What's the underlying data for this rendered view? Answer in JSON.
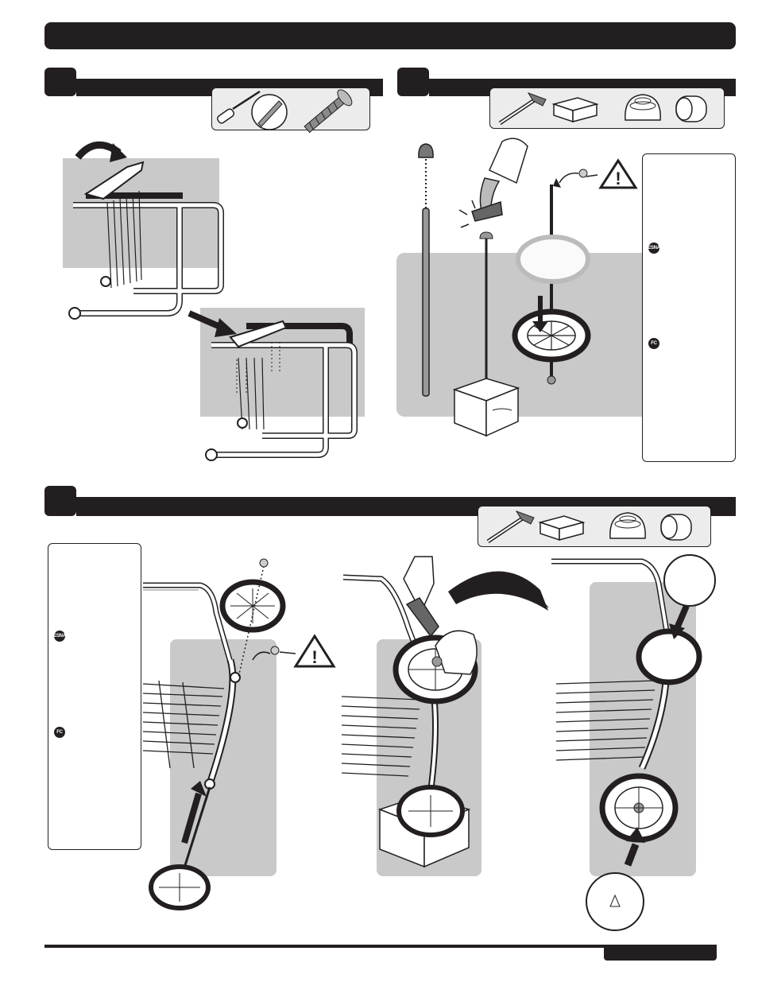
{
  "steps": [
    {
      "id": "step-a",
      "number": ""
    },
    {
      "id": "step-b",
      "number": ""
    },
    {
      "id": "step-c",
      "number": ""
    }
  ],
  "warning_panels": [
    {
      "badges": [
        "ESNA",
        "FC"
      ]
    },
    {
      "badges": [
        "ESNA",
        "FC"
      ]
    }
  ],
  "tools": {
    "step_a": [
      "screwdriver-icon",
      "phillips-tip-icon",
      "screw-icon"
    ],
    "step_b": [
      "hammer-icon",
      "wood-block-icon",
      "axle-cap-icon",
      "cap-side-icon"
    ],
    "step_c": [
      "hammer-icon",
      "wood-block-icon",
      "axle-cap-icon",
      "cap-side-icon"
    ]
  },
  "colors": {
    "ink": "#231f20",
    "panel_gray": "#c9c9c9",
    "toolbox_bg": "#ececec"
  }
}
